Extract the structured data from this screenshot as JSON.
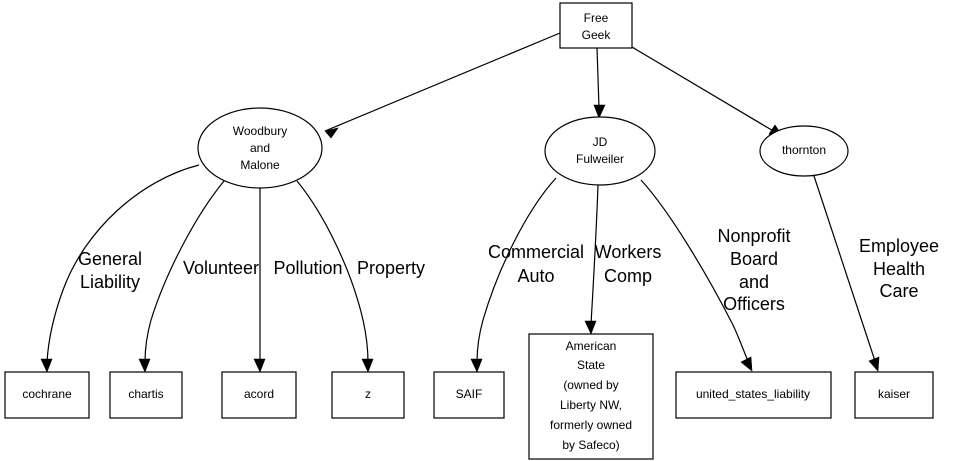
{
  "diagram": {
    "type": "directed-graph",
    "background_color": "#ffffff",
    "stroke_color": "#000000",
    "root": {
      "id": "free_geek",
      "shape": "box",
      "lines": [
        "Free",
        "Geek"
      ]
    },
    "brokers": [
      {
        "id": "woodbury_and_malone",
        "shape": "ellipse",
        "lines": [
          "Woodbury",
          "and",
          "Malone"
        ]
      },
      {
        "id": "jd_fulweiler",
        "shape": "ellipse",
        "lines": [
          "JD",
          "Fulweiler"
        ]
      },
      {
        "id": "thornton",
        "shape": "ellipse",
        "lines": [
          "thornton"
        ]
      }
    ],
    "carriers": [
      {
        "id": "cochrane",
        "shape": "box",
        "lines": [
          "cochrane"
        ]
      },
      {
        "id": "chartis",
        "shape": "box",
        "lines": [
          "chartis"
        ]
      },
      {
        "id": "acord",
        "shape": "box",
        "lines": [
          "acord"
        ]
      },
      {
        "id": "z",
        "shape": "box",
        "lines": [
          "z"
        ]
      },
      {
        "id": "saif",
        "shape": "box",
        "lines": [
          "SAIF"
        ]
      },
      {
        "id": "american_state",
        "shape": "box",
        "lines": [
          "American",
          "State",
          "(owned by",
          "Liberty NW,",
          "formerly owned",
          "by Safeco)"
        ]
      },
      {
        "id": "united_states_liability",
        "shape": "box",
        "lines": [
          "united_states_liability"
        ]
      },
      {
        "id": "kaiser",
        "shape": "box",
        "lines": [
          "kaiser"
        ]
      }
    ],
    "edges": [
      {
        "from": "free_geek",
        "to": "woodbury_and_malone",
        "label_lines": []
      },
      {
        "from": "free_geek",
        "to": "jd_fulweiler",
        "label_lines": []
      },
      {
        "from": "free_geek",
        "to": "thornton",
        "label_lines": []
      },
      {
        "from": "woodbury_and_malone",
        "to": "cochrane",
        "label_lines": [
          "General",
          "Liability"
        ]
      },
      {
        "from": "woodbury_and_malone",
        "to": "chartis",
        "label_lines": [
          "Volunteer"
        ]
      },
      {
        "from": "woodbury_and_malone",
        "to": "acord",
        "label_lines": [
          "Pollution"
        ]
      },
      {
        "from": "woodbury_and_malone",
        "to": "z",
        "label_lines": [
          "Property"
        ]
      },
      {
        "from": "jd_fulweiler",
        "to": "saif",
        "label_lines": [
          "Commercial",
          "Auto"
        ]
      },
      {
        "from": "jd_fulweiler",
        "to": "american_state",
        "label_lines": [
          "Workers",
          "Comp"
        ]
      },
      {
        "from": "jd_fulweiler",
        "to": "united_states_liability",
        "label_lines": [
          "Nonprofit",
          "Board",
          "and",
          "Officers"
        ]
      },
      {
        "from": "thornton",
        "to": "kaiser",
        "label_lines": [
          "Employee",
          "Health",
          "Care"
        ]
      }
    ]
  },
  "labels": {
    "free_geek": "Free Geek",
    "woodbury_and_malone": "Woodbury and Malone",
    "jd_fulweiler": "JD Fulweiler",
    "thornton": "thornton",
    "cochrane": "cochrane",
    "chartis": "chartis",
    "acord": "acord",
    "z": "z",
    "saif": "SAIF",
    "american_state": "American State (owned by Liberty NW, formerly owned by Safeco)",
    "united_states_liability": "united_states_liability",
    "kaiser": "kaiser",
    "general_liability": "General Liability",
    "volunteer": "Volunteer",
    "pollution": "Pollution",
    "property": "Property",
    "commercial_auto": "Commercial Auto",
    "workers_comp": "Workers Comp",
    "nonprofit_board_and_officers": "Nonprofit Board and Officers",
    "employee_health_care": "Employee Health Care"
  }
}
